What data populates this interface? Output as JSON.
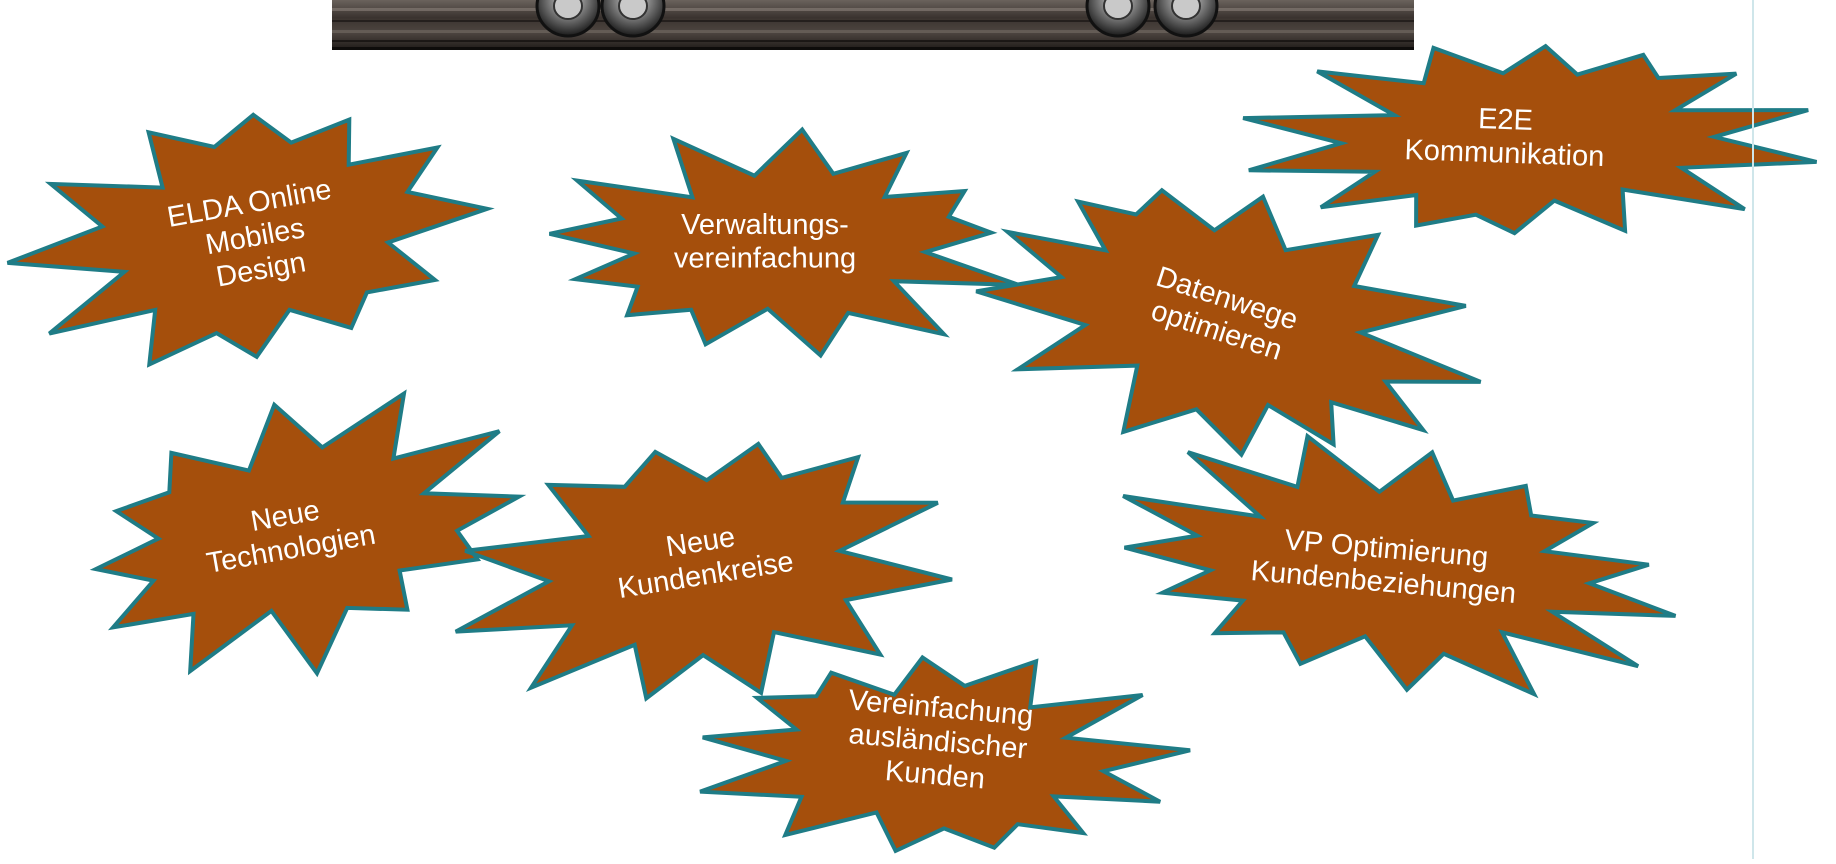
{
  "colors": {
    "burst_fill": "#a54f0c",
    "burst_stroke": "#1f7c86",
    "label_color": "#ffffff",
    "truck_dark": "#2b2623"
  },
  "image": {
    "description_icon": "truck-trailer-photo"
  },
  "bursts": [
    {
      "id": "elda-online",
      "lines": [
        "ELDA Online",
        "Mobiles",
        "Design"
      ]
    },
    {
      "id": "verwaltungsvereinfachung",
      "lines": [
        "Verwaltungs-",
        "vereinfachung"
      ]
    },
    {
      "id": "datenwege",
      "lines": [
        "Datenwege",
        "optimieren"
      ]
    },
    {
      "id": "e2e",
      "lines": [
        "E2E",
        "Kommunikation"
      ]
    },
    {
      "id": "neue-technologien",
      "lines": [
        "Neue",
        "Technologien"
      ]
    },
    {
      "id": "neue-kundenkreise",
      "lines": [
        "Neue",
        "Kundenkreise"
      ]
    },
    {
      "id": "vp-optimierung",
      "lines": [
        "VP Optimierung",
        "Kundenbeziehungen"
      ]
    },
    {
      "id": "vereinfachung-auslaendischer",
      "lines": [
        "Vereinfachung",
        "ausländischer",
        "Kunden"
      ]
    }
  ]
}
